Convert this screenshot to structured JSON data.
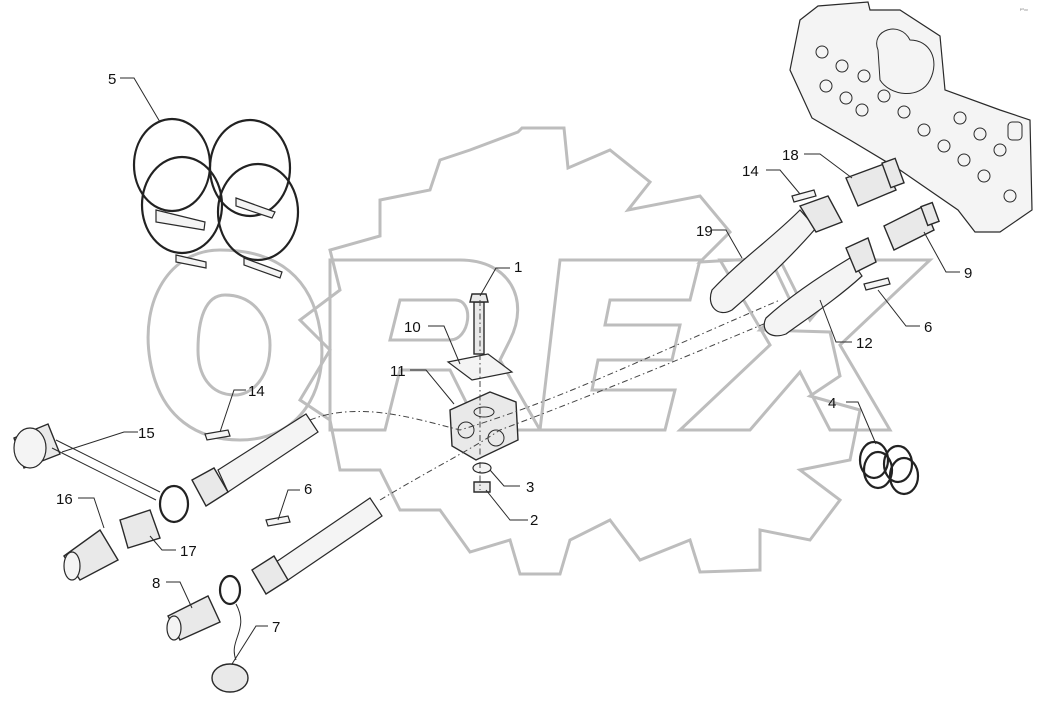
{
  "watermark": "OREX",
  "corner_mark": "ᴾ°ᵒᵒ",
  "callouts": [
    {
      "id": "c1",
      "text": "1"
    },
    {
      "id": "c2",
      "text": "2"
    },
    {
      "id": "c3",
      "text": "3"
    },
    {
      "id": "c4",
      "text": "4"
    },
    {
      "id": "c5",
      "text": "5"
    },
    {
      "id": "c6a",
      "text": "6"
    },
    {
      "id": "c6b",
      "text": "6"
    },
    {
      "id": "c7",
      "text": "7"
    },
    {
      "id": "c8",
      "text": "8"
    },
    {
      "id": "c9",
      "text": "9"
    },
    {
      "id": "c10",
      "text": "10"
    },
    {
      "id": "c11",
      "text": "11"
    },
    {
      "id": "c12",
      "text": "12"
    },
    {
      "id": "c14a",
      "text": "14"
    },
    {
      "id": "c14b",
      "text": "14"
    },
    {
      "id": "c15",
      "text": "15"
    },
    {
      "id": "c16",
      "text": "16"
    },
    {
      "id": "c17",
      "text": "17"
    },
    {
      "id": "c18",
      "text": "18"
    },
    {
      "id": "c19",
      "text": "19"
    }
  ]
}
